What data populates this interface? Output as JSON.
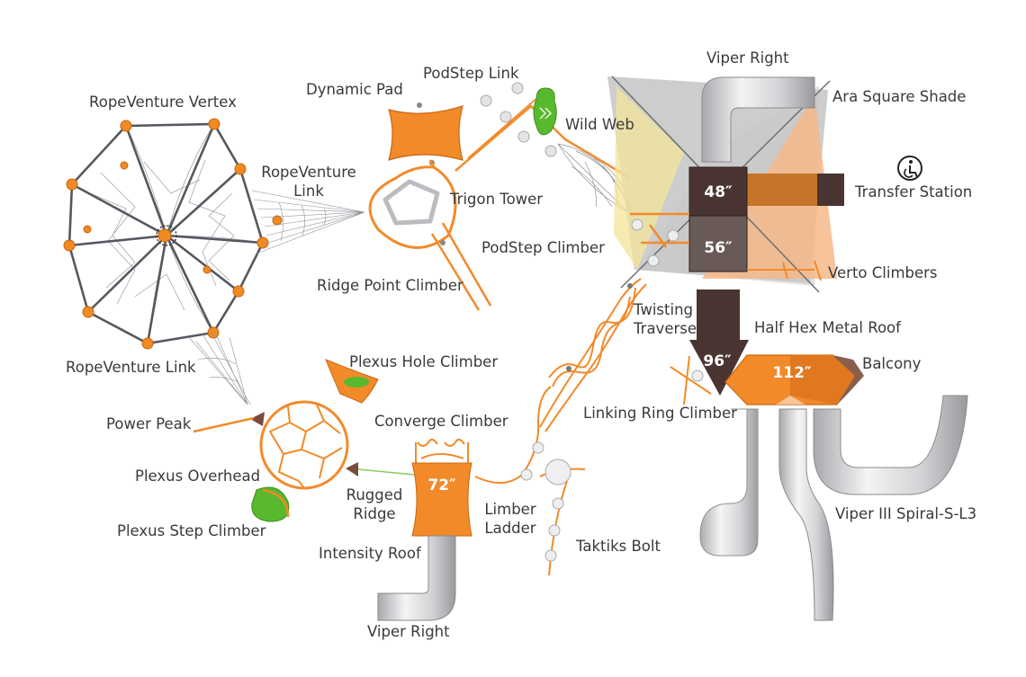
{
  "labels": {
    "ropeventure_vertex": "RopeVenture Vertex",
    "ropeventure_link_top_1": "RopeVenture",
    "ropeventure_link_top_2": "Link",
    "ropeventure_link_bottom": "RopeVenture Link",
    "dynamic_pad": "Dynamic Pad",
    "podstep_link": "PodStep Link",
    "wild_web": "Wild Web",
    "trigon_tower": "Trigon Tower",
    "ridge_point_climber": "Ridge Point Climber",
    "podstep_climber": "PodStep Climber",
    "viper_right_top": "Viper Right",
    "ara_square_shade": "Ara Square Shade",
    "transfer_station": "Transfer Station",
    "verto_climbers": "Verto Climbers",
    "twisting_traverse_1": "Twisting",
    "twisting_traverse_2": "Traverse",
    "half_hex_metal_roof": "Half Hex Metal Roof",
    "balcony": "Balcony",
    "linking_ring_climber": "Linking Ring Climber",
    "plexus_hole_climber": "Plexus Hole Climber",
    "power_peak": "Power Peak",
    "converge_climber": "Converge Climber",
    "plexus_overhead": "Plexus Overhead",
    "rugged_ridge_1": "Rugged",
    "rugged_ridge_2": "Ridge",
    "limber_ladder_1": "Limber",
    "limber_ladder_2": "Ladder",
    "plexus_step_climber": "Plexus Step Climber",
    "intensity_roof": "Intensity Roof",
    "taktiks_bolt": "Taktiks Bolt",
    "viper_spiral": "Viper III Spiral-S-L3",
    "viper_right_bottom": "Viper Right"
  },
  "heights": {
    "deck_48": "48″",
    "deck_56": "56″",
    "deck_96": "96″",
    "deck_112": "112″",
    "deck_72": "72″"
  },
  "icons": {
    "transfer_station": "wheelchair-accessibility-icon"
  },
  "colors": {
    "orange": "#f28a2a",
    "dark_brown": "#4a3431",
    "slide_gray": "#c9c9cc",
    "rope_gray": "#5c5f66",
    "shade_yellow": "#f6e9a8",
    "shade_gray": "#bdbdbd",
    "shade_orange": "#f6b889",
    "pod_green": "#58b82e"
  }
}
